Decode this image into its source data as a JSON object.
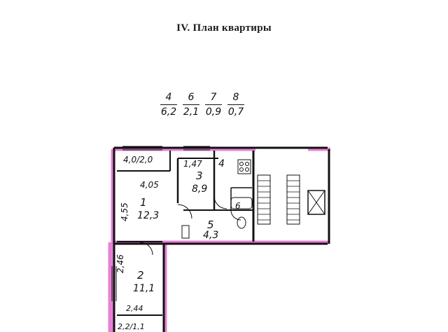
{
  "title": "IV. План квартиры",
  "legend": [
    {
      "room": "4",
      "area": "6,2"
    },
    {
      "room": "6",
      "area": "2,1"
    },
    {
      "room": "7",
      "area": "0,9"
    },
    {
      "room": "8",
      "area": "0,7"
    }
  ],
  "rooms": [
    {
      "id": "1",
      "area": "12,3"
    },
    {
      "id": "2",
      "area": "11,1"
    },
    {
      "id": "3",
      "area": "8,9"
    },
    {
      "id": "4",
      "area": ""
    },
    {
      "id": "5",
      "area": "4,3"
    },
    {
      "id": "6",
      "area": ""
    }
  ],
  "balconies": {
    "top": "4,0/2,0",
    "bottom": "2,2/1,1"
  },
  "dimensions": {
    "balcony_width": "4,05",
    "room1_side": "4,55",
    "room3_width": "1,47",
    "room2_side": "2,46",
    "room2_bottom": "2,44"
  },
  "colors": {
    "wall": "#111111",
    "pink": "#e46ad0"
  }
}
